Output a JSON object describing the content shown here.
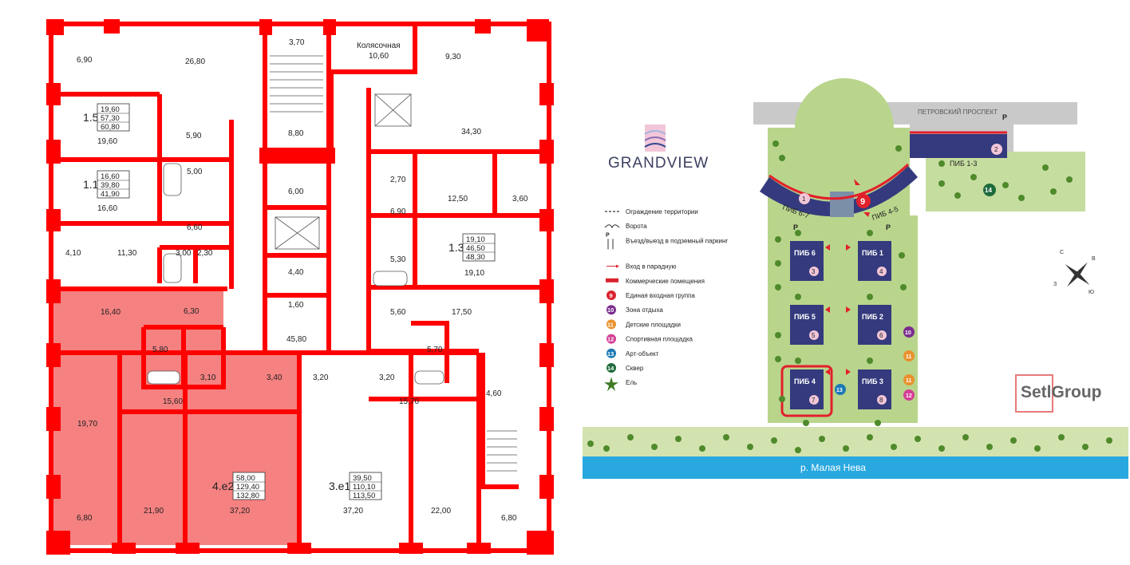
{
  "plan": {
    "rooms": {
      "r690": "6,90",
      "r2680": "26,80",
      "r370": "3,70",
      "kolyas": "Колясочная",
      "r1060": "10,60",
      "r930": "9,30",
      "r3430": "34,30",
      "r590": "5,90",
      "r880": "8,80",
      "r1960": "19,60",
      "r500": "5,00",
      "r600": "6,00",
      "r270": "2,70",
      "r1250": "12,50",
      "r360": "3,60",
      "r1660": "16,60",
      "r690b": "6,90",
      "r660": "6,60",
      "r410": "4,10",
      "r1130": "11,30",
      "r300": "3,00",
      "r230": "2,30",
      "r530": "5,30",
      "r440": "4,40",
      "r1910": "19,10",
      "r160": "1,60",
      "r1640": "16,40",
      "r630": "6,30",
      "r560": "5,60",
      "r1750": "17,50",
      "r580": "5,80",
      "r4580": "45,80",
      "r570": "5,70",
      "r310": "3,10",
      "r340": "3,40",
      "r320": "3,20",
      "r320b": "3,20",
      "r1560": "15,60",
      "r1570": "15,70",
      "r460": "4,60",
      "r1970": "19,70",
      "r680": "6,80",
      "r2190": "21,90",
      "r3720": "37,20",
      "r3720b": "37,20",
      "r2200": "22,00",
      "r680b": "6,80"
    },
    "apartments": [
      {
        "name": "1.5",
        "areas": [
          "19,60",
          "57,30",
          "60,80"
        ]
      },
      {
        "name": "1.1",
        "areas": [
          "16,60",
          "39,80",
          "41,90"
        ]
      },
      {
        "name": "1.3",
        "areas": [
          "19,10",
          "46,50",
          "48,30"
        ]
      },
      {
        "name": "4.е2",
        "areas": [
          "58,00",
          "129,40",
          "132,80"
        ]
      },
      {
        "name": "3.е1",
        "areas": [
          "39,50",
          "110,10",
          "113,50"
        ]
      }
    ]
  },
  "brand": {
    "logo_text": "GRANDVIEW",
    "dev_logo": "SetlGroup"
  },
  "site": {
    "street": "ПЕТРОВСКИЙ ПРОСПЕКТ",
    "river": "р. Малая Нева",
    "piblabels": {
      "p13": "ПИБ 1-3",
      "p67": "ПИБ 6-7",
      "p45": "ПИБ 4-5"
    },
    "buildings": [
      {
        "label": "ПИБ 6",
        "num": "3"
      },
      {
        "label": "ПИБ 1",
        "num": "4"
      },
      {
        "label": "ПИБ 5",
        "num": "5"
      },
      {
        "label": "ПИБ 2",
        "num": "6"
      },
      {
        "label": "ПИБ 4",
        "num": "7"
      },
      {
        "label": "ПИБ 3",
        "num": "8"
      }
    ],
    "markers": {
      "m1": "1",
      "m2": "2",
      "m9": "9",
      "m14": "14",
      "m10": "10",
      "m11a": "11",
      "m11b": "11",
      "m12": "12",
      "m13": "13",
      "park": "P"
    },
    "compass": {
      "n": "С",
      "e": "В",
      "s": "Ю",
      "w": "З"
    }
  },
  "legend": [
    {
      "label": "Ограждение территории",
      "icon": "fence-line"
    },
    {
      "label": "Ворота",
      "icon": "gate"
    },
    {
      "label": "Въезд/выезд в подземный паркинг",
      "icon": "parking-arrows"
    },
    {
      "label": "Вход в парадную",
      "icon": "arrow",
      "color": "#d9232d"
    },
    {
      "label": "Коммерческие помещения",
      "icon": "rect",
      "color": "#d9232d"
    },
    {
      "label": "Единая входная группа",
      "num": "9",
      "color": "#d9232d"
    },
    {
      "label": "Зона отдыха",
      "num": "10",
      "color": "#7b2d8e"
    },
    {
      "label": "Детские площадки",
      "num": "11",
      "color": "#e8912d"
    },
    {
      "label": "Спортивная площадка",
      "num": "12",
      "color": "#d43f96"
    },
    {
      "label": "Арт-объект",
      "num": "13",
      "color": "#1c79b5"
    },
    {
      "label": "Сквер",
      "num": "14",
      "color": "#1d6b3b"
    },
    {
      "label": "Ель",
      "icon": "tree"
    }
  ],
  "colors": {
    "wall": "#ff0000",
    "highlight": "#f47a7a",
    "building": "#343a7d",
    "green": "#b9d58c",
    "water": "#29a8e0",
    "road": "#c9c9c9"
  }
}
